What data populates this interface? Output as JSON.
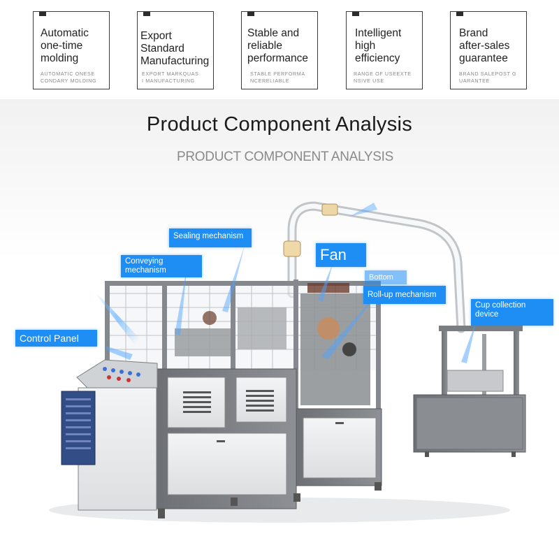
{
  "features": [
    {
      "title": "Automatic\none-time\nmolding",
      "sub": "AUTOMATIC ONESE\nCONDARY MOLDING"
    },
    {
      "title": "Export\nStandard\nManufacturing",
      "sub": "EXPORT MARKQUAS\nI MANUFACTURING"
    },
    {
      "title": "Stable and\nreliable\nperformance",
      "sub": "STABLE PERFORMA\nNCERELIABLE"
    },
    {
      "title": "Intelligent\nhigh\nefficiency",
      "sub": "RANGE OF USEEXTE\nNSIVE USE"
    },
    {
      "title": "Brand\nafter-sales\nguarantee",
      "sub": "BRAND SALEPOST G\nUARANTEE"
    }
  ],
  "section": {
    "title": "Product Component Analysis",
    "subtitle": "PRODUCT COMPONENT ANALYSIS"
  },
  "labels": {
    "control_panel": "Control Panel",
    "conveying": "Conveying\nmechanism",
    "sealing": "Sealing mechanism",
    "fan": "Fan",
    "bottom": "Bottom",
    "rollup": "Roll-up mechanism",
    "cup_collection": "Cup collection\ndevice"
  },
  "colors": {
    "label_blue": "#1e8ef5",
    "frame_gray": "#7c7f84",
    "panel_light": "#e6e8ea"
  }
}
